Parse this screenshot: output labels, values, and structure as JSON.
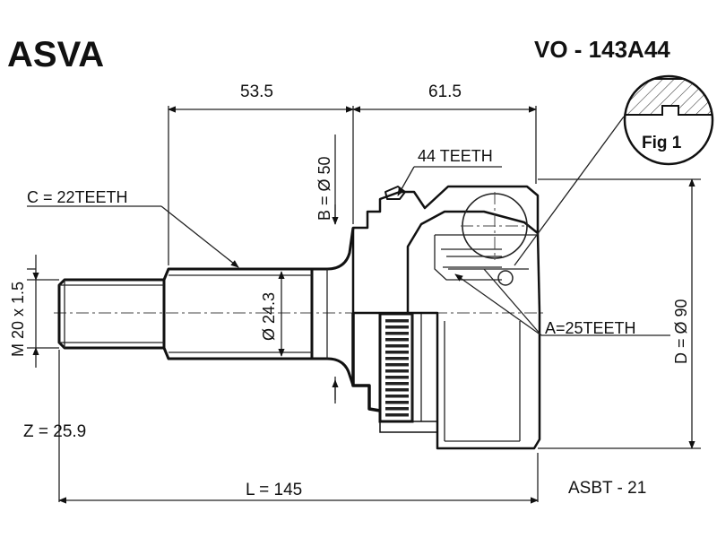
{
  "header": {
    "brand": "ASVA",
    "part_number": "VO - 143A44"
  },
  "dimensions": {
    "length_a": "53.5",
    "length_b": "61.5",
    "b_diameter": "B = Ø 50",
    "outer_teeth": "44 TEETH",
    "c_teeth": "C = 22TEETH",
    "thread": "M 20 x 1.5",
    "shaft_diameter": "Ø 24.3",
    "a_teeth": "A=25TEETH",
    "d_diameter": "D = Ø 90",
    "z_value": "Z = 25.9",
    "total_length": "L = 145",
    "boot_code": "ASBT - 21"
  },
  "figure": {
    "label": "Fig 1"
  }
}
